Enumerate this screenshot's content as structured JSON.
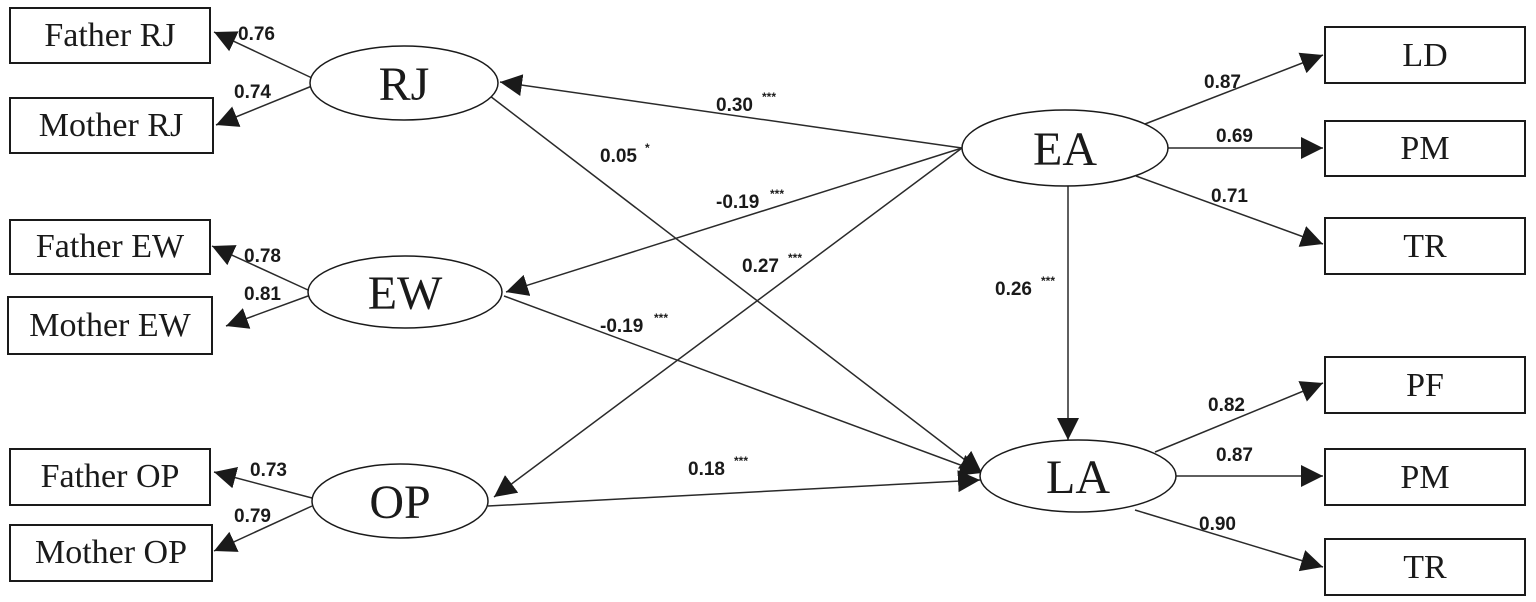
{
  "latents": {
    "rj": "RJ",
    "ew": "EW",
    "op": "OP",
    "ea": "EA",
    "la": "LA"
  },
  "indicators": {
    "father_rj": "Father RJ",
    "mother_rj": "Mother RJ",
    "father_ew": "Father EW",
    "mother_ew": "Mother EW",
    "father_op": "Father OP",
    "mother_op": "Mother OP",
    "ea_ld": "LD",
    "ea_pm": "PM",
    "ea_tr": "TR",
    "la_pf": "PF",
    "la_pm": "PM",
    "la_tr": "TR"
  },
  "loadings": {
    "father_rj": "0.76",
    "mother_rj": "0.74",
    "father_ew": "0.78",
    "mother_ew": "0.81",
    "father_op": "0.73",
    "mother_op": "0.79",
    "ea_ld": "0.87",
    "ea_pm": "0.69",
    "ea_tr": "0.71",
    "la_pf": "0.82",
    "la_pm": "0.87",
    "la_tr": "0.90"
  },
  "paths": {
    "ea_rj": {
      "value": "0.30",
      "stars": "***"
    },
    "ea_ew": {
      "value": "-0.19",
      "stars": "***"
    },
    "ea_op": {
      "value": "0.27",
      "stars": "***"
    },
    "ea_la": {
      "value": "0.26",
      "stars": "***"
    },
    "rj_la": {
      "value": "0.05",
      "stars": "*"
    },
    "ew_la": {
      "value": "-0.19",
      "stars": "***"
    },
    "op_la": {
      "value": "0.18",
      "stars": "***"
    }
  },
  "colors": {
    "line": "#2a2a2a",
    "text": "#1a1a1a",
    "background": "#ffffff"
  }
}
